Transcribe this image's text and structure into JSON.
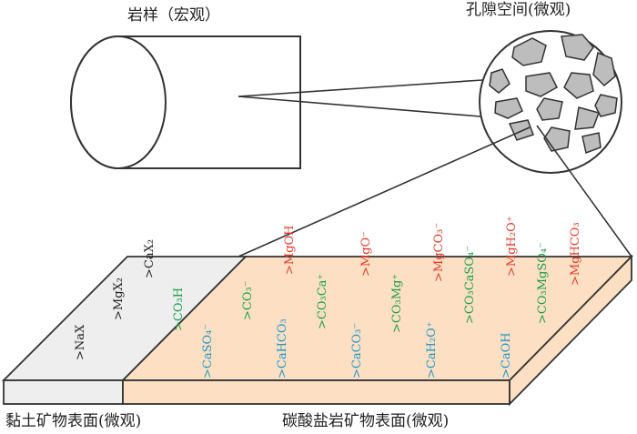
{
  "labels": {
    "rock_sample": "岩样（宏观）",
    "pore_space": "孔隙空间(微观)",
    "clay_surface": "黏土矿物表面(微观)",
    "carbonate_surface": "碳酸盐岩矿物表面(微观)"
  },
  "clay_species": [
    ">NaX",
    ">MgX₂",
    ">CaX₂"
  ],
  "carbonate_species": [
    ">CO₃H",
    ">CaSO₄⁻",
    ">CO₃⁻",
    ">CaHCO₃",
    ">MgOH",
    ">CO₃Ca⁺",
    ">CaCO₃⁻",
    ">MgO⁻",
    ">CO₃Mg⁺",
    ">CaH₂O⁺",
    ">MgCO₃⁻",
    ">CO₃CaSO₄⁻",
    ">CaOH",
    ">MgH₂O⁺",
    ">CO₃MgSO₄⁻",
    ">MgHCO₃"
  ],
  "colors": {
    "clay_face": "#eeeeee",
    "carbonate_face": "#fde0c4",
    "grain_fill": "#bdbdbd",
    "green": "#1a9e4a",
    "blue": "#1e96c8",
    "red": "#e53a2a",
    "black": "#222222"
  }
}
